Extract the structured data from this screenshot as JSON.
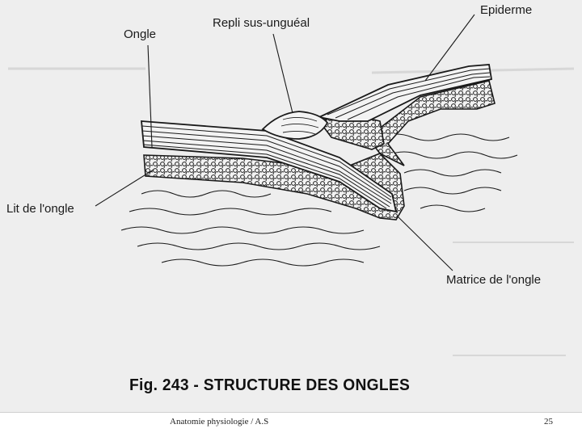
{
  "diagram": {
    "labels": {
      "ongle": "Ongle",
      "repli": "Repli sus-unguéal",
      "epiderme": "Epiderme",
      "lit": "Lit de l'ongle",
      "matrice": "Matrice de l'ongle"
    },
    "caption": "Fig. 243 - STRUCTURE DES ONGLES"
  },
  "footer": {
    "text": "Anatomie physiologie / A.S",
    "page_number": "25"
  },
  "colors": {
    "ink": "#1a1a1a",
    "paper": "#eeeeee",
    "footer_bg": "#ffffff"
  }
}
